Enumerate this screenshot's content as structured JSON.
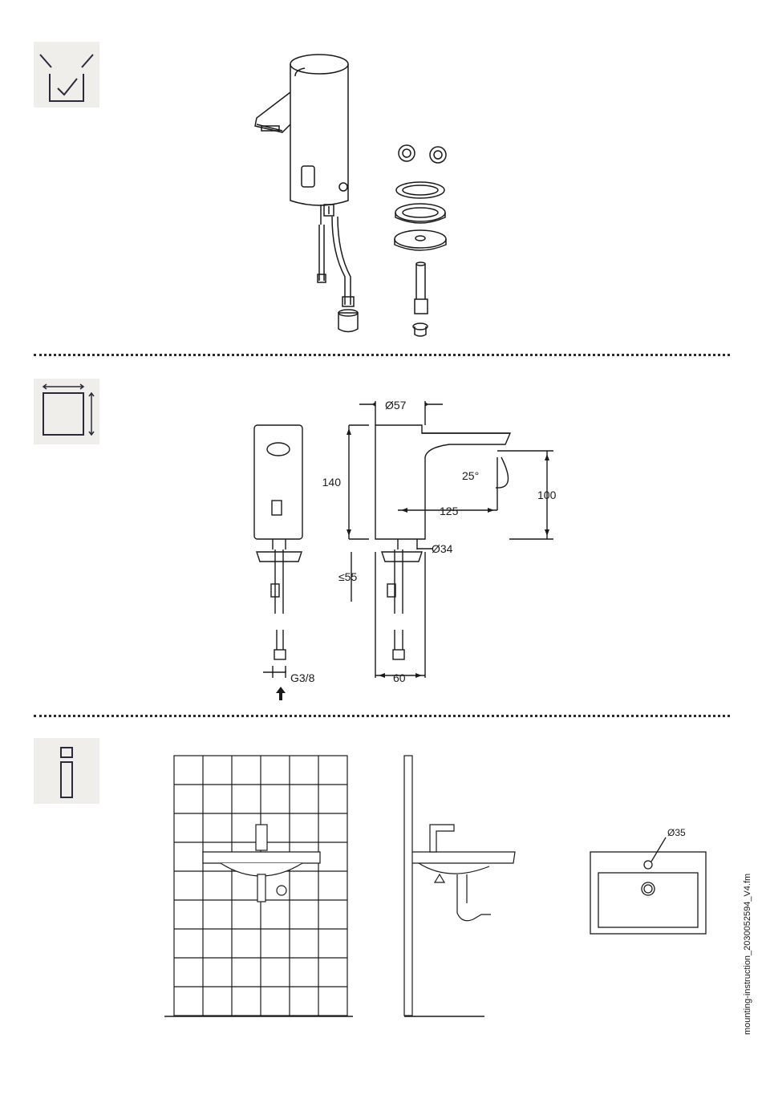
{
  "sections": [
    {
      "icon": "checklist-box-icon",
      "title": ""
    },
    {
      "icon": "dimensions-box-icon",
      "title": ""
    },
    {
      "icon": "info-icon",
      "title": ""
    }
  ],
  "dimensions": {
    "top_diameter": "Ø57",
    "height": "140",
    "spout_height": "100",
    "spout_angle": "25°",
    "spout_reach": "125",
    "base_diameter": "Ø34",
    "max_deck_thickness": "≤55",
    "base_width": "60",
    "connection_thread": "G3/8"
  },
  "installation": {
    "hole_diameter": "Ø35"
  },
  "footer": {
    "filename": "mounting-instruction_2030052594_V4.fm"
  },
  "colors": {
    "icon_background": "#efeeea",
    "line": "#1a1a1a"
  }
}
